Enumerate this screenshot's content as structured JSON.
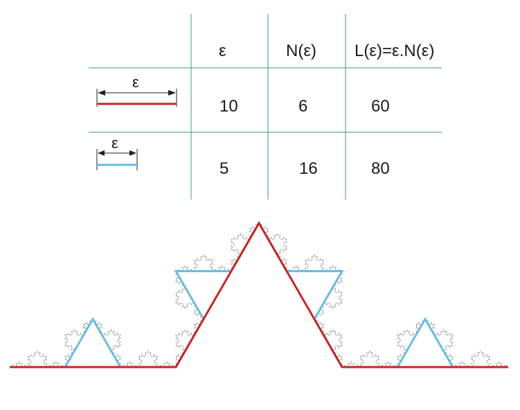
{
  "table": {
    "headers": [
      "ε",
      "N(ε)",
      "L(ε)=ε.N(ε)"
    ],
    "rows": [
      {
        "ruler_label": "ε",
        "ruler_color": "#cc2222",
        "epsilon": "10",
        "n": "6",
        "l": "60"
      },
      {
        "ruler_label": "ε",
        "ruler_color": "#66bde6",
        "epsilon": "5",
        "n": "16",
        "l": "80"
      }
    ]
  },
  "colors": {
    "grid": "#3a9e6a",
    "coarse": "#cc2222",
    "fine": "#66bde6",
    "fractal": "#333333"
  },
  "koch_depth": 5
}
